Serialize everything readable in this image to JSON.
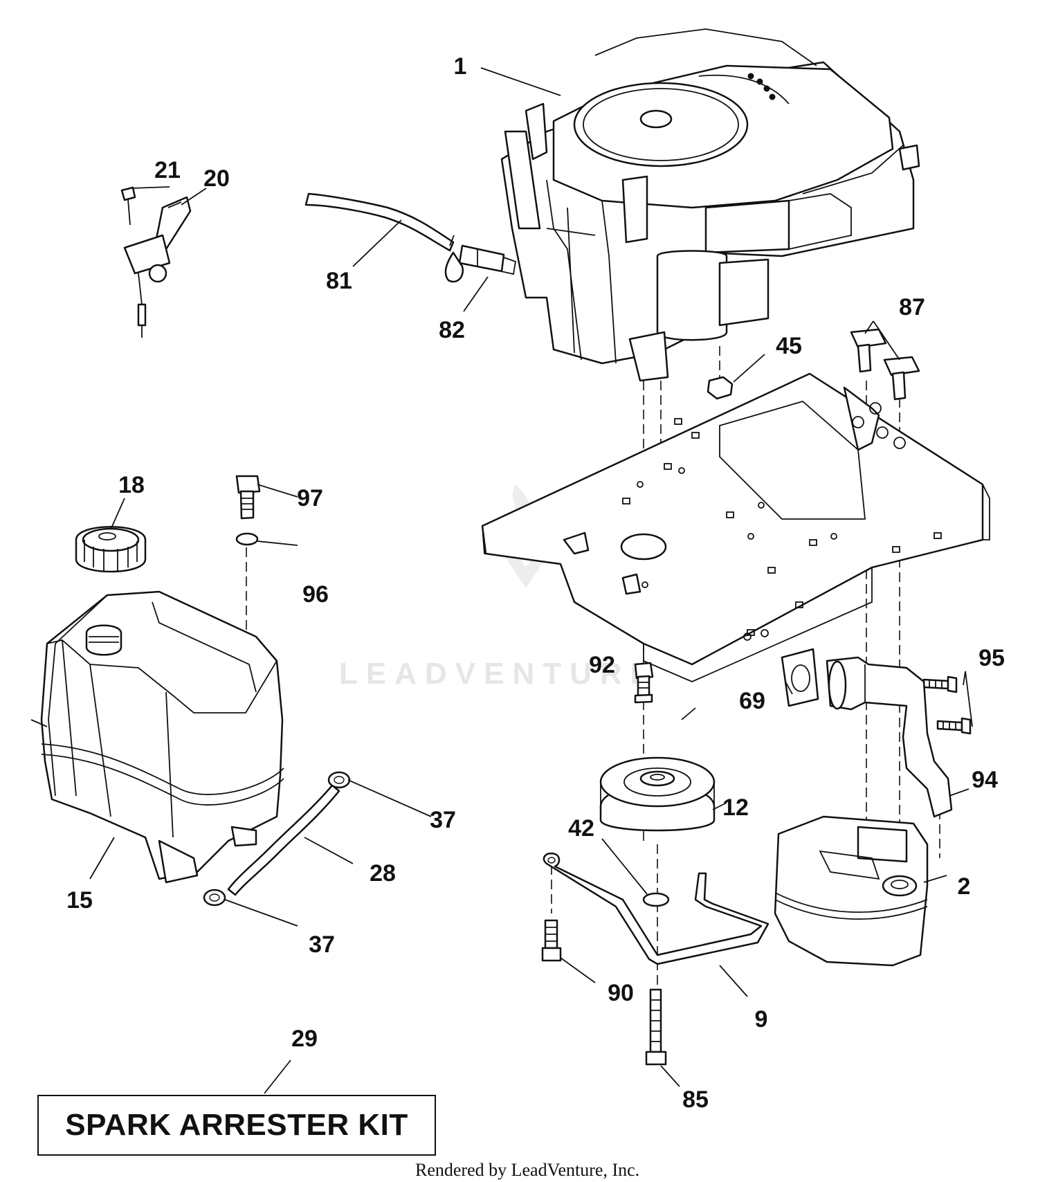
{
  "callouts": {
    "c1": "1",
    "c2": "2",
    "c9": "9",
    "c12": "12",
    "c15": "15",
    "c18": "18",
    "c20": "20",
    "c21": "21",
    "c28": "28",
    "c29": "29",
    "c37a": "37",
    "c37b": "37",
    "c42": "42",
    "c45": "45",
    "c69": "69",
    "c81": "81",
    "c82": "82",
    "c85": "85",
    "c87": "87",
    "c90": "90",
    "c92": "92",
    "c94": "94",
    "c95": "95",
    "c96": "96",
    "c97": "97"
  },
  "kit": {
    "label": "SPARK ARRESTER KIT"
  },
  "watermark": {
    "text": "LEADVENTURE"
  },
  "footer": {
    "credit": "Rendered by LeadVenture, Inc."
  }
}
